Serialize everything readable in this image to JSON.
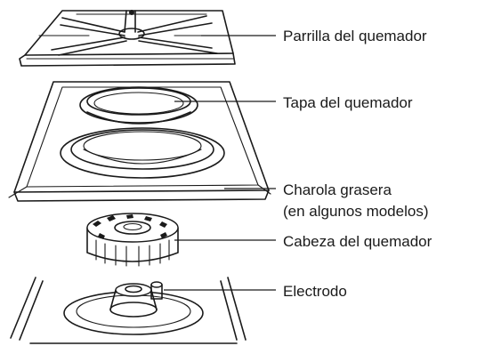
{
  "labels": {
    "grate": "Parrilla del quemador",
    "cap": "Tapa del quemador",
    "drip_pan_line1": "Charola grasera",
    "drip_pan_line2": "(en algunos modelos)",
    "burner_head": "Cabeza del quemador",
    "electrode": "Electrodo"
  }
}
